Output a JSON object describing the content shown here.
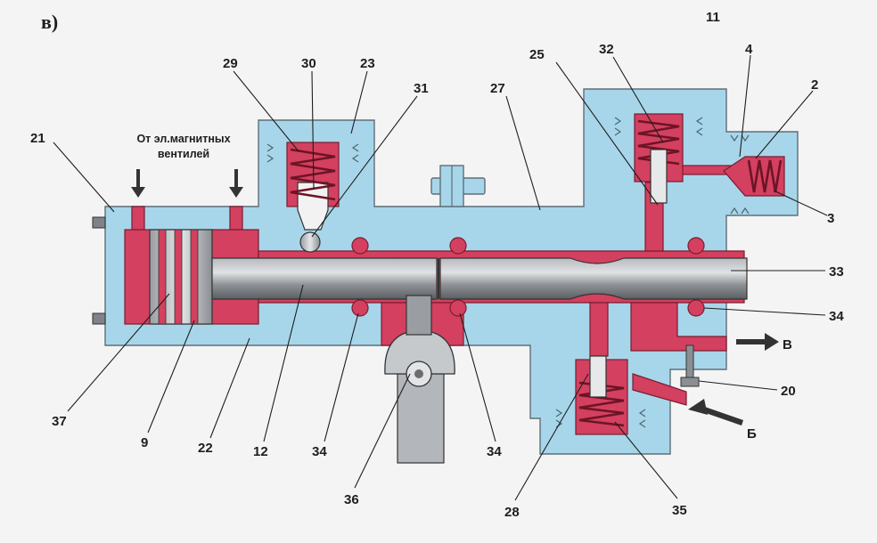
{
  "diagram": {
    "panel_letter": "в)",
    "figure_number": "11",
    "note_line1": "От эл.магнитных",
    "note_line2": "вентилей",
    "flow_out_label": "В",
    "flow_in_label": "Б",
    "labels": {
      "l21": "21",
      "l29": "29",
      "l30": "30",
      "l23": "23",
      "l31": "31",
      "l27": "27",
      "l25": "25",
      "l32": "32",
      "l4": "4",
      "l2": "2",
      "l3": "3",
      "l33": "33",
      "l34r": "34",
      "l20": "20",
      "l37": "37",
      "l9": "9",
      "l22": "22",
      "l12": "12",
      "l34a": "34",
      "l36": "36",
      "l34b": "34",
      "l28": "28",
      "l35": "35"
    },
    "colors": {
      "housing": "#a7d6ea",
      "channels": "#d4405f",
      "metal": "#8b8f94"
    }
  }
}
